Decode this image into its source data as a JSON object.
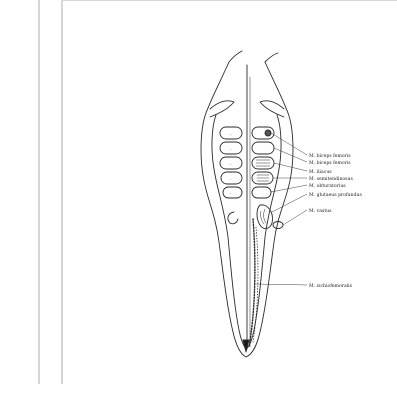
{
  "figure": {
    "labels": [
      "M. biceps femoris",
      "M. biceps femoris",
      "M. iliacus",
      "M. semitendinosus",
      "M. obturatorius",
      "M. glutaeus profundus",
      "M. vastus",
      "M. ischiofemoralis"
    ]
  }
}
